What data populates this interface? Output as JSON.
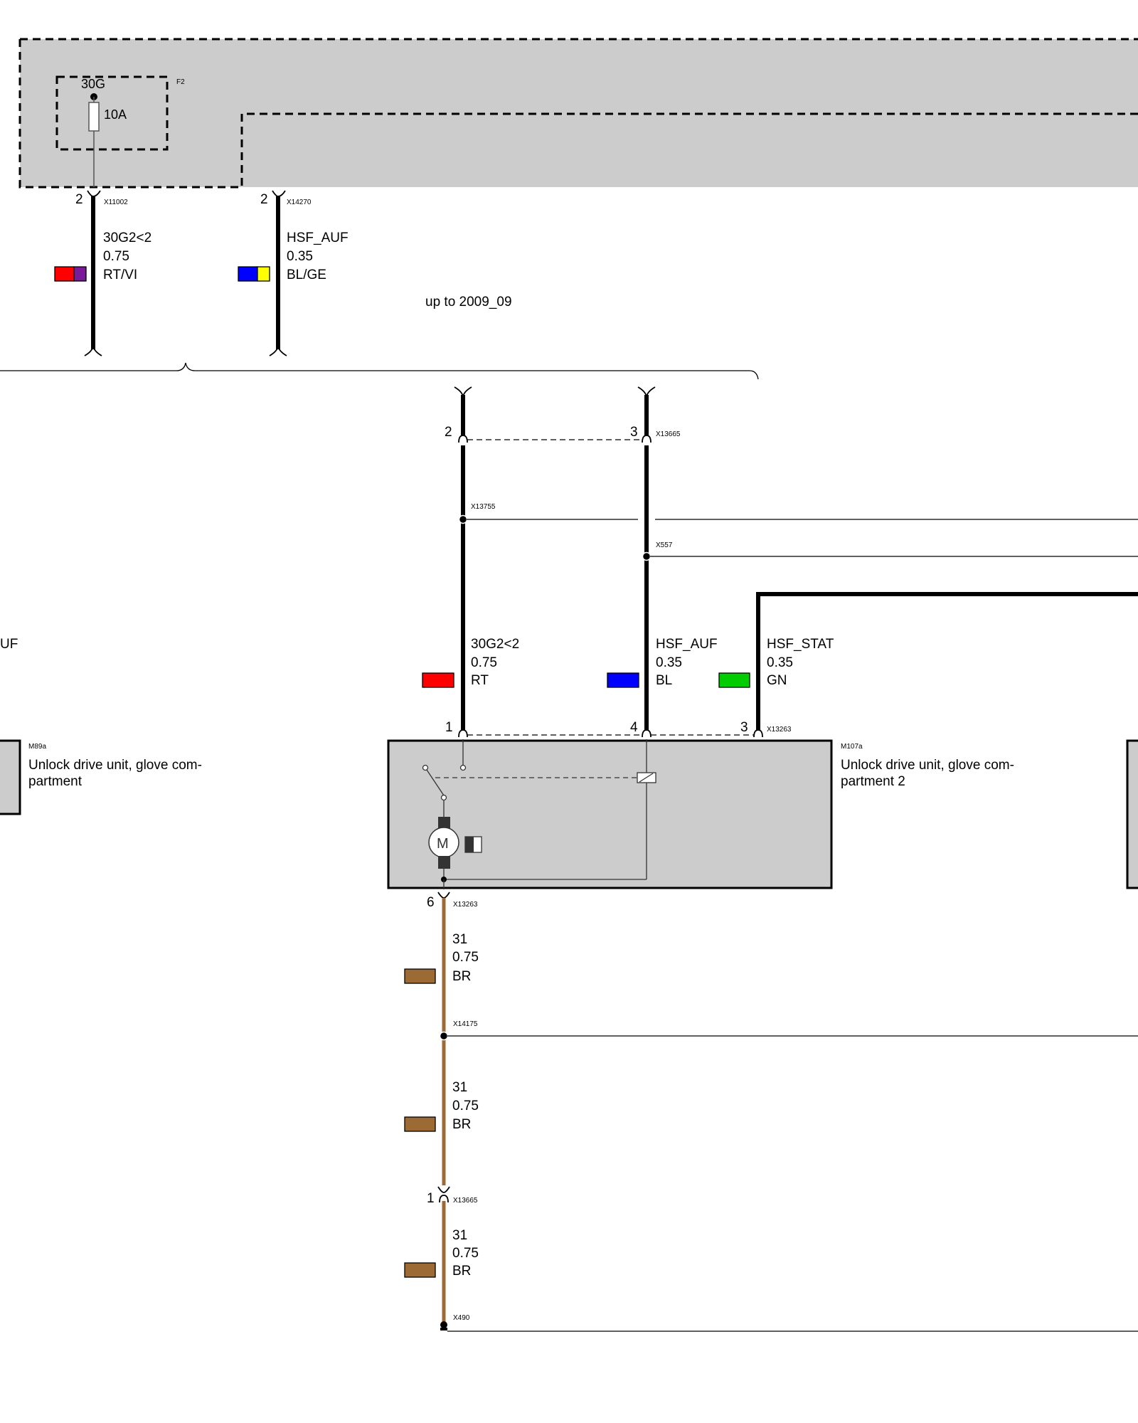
{
  "top_panel": {
    "fuse_terminal": "30G",
    "fuse_rating": "10A",
    "fuse_ref": "F2"
  },
  "upper_wires": [
    {
      "pin": "2",
      "connector": "X11002",
      "signal": "30G2<2",
      "gauge": "0.75",
      "color_code": "RT/VI",
      "colors": [
        "#ff0000",
        "#7a1a99"
      ]
    },
    {
      "pin": "2",
      "connector": "X14270",
      "signal": "HSF_AUF",
      "gauge": "0.35",
      "color_code": "BL/GE",
      "colors": [
        "#0000ff",
        "#ffff00"
      ]
    }
  ],
  "variant_note": "up to 2009_09",
  "upper_connectors": [
    {
      "pin": "2",
      "connector": ""
    },
    {
      "pin": "3",
      "connector": "X13665"
    }
  ],
  "splices": [
    {
      "name": "X13755"
    },
    {
      "name": "X557"
    },
    {
      "name": "X14175"
    },
    {
      "name": "X490"
    }
  ],
  "mid_wires": [
    {
      "signal": "30G2<2",
      "gauge": "0.75",
      "color_code": "RT",
      "colors": [
        "#ff0000"
      ]
    },
    {
      "signal": "HSF_AUF",
      "gauge": "0.35",
      "color_code": "BL",
      "colors": [
        "#0000ff"
      ]
    },
    {
      "signal": "HSF_STAT",
      "gauge": "0.35",
      "color_code": "GN",
      "colors": [
        "#00cc00"
      ]
    }
  ],
  "left_cut_text": "UF",
  "module_pins": [
    {
      "pin": "1"
    },
    {
      "pin": "4"
    },
    {
      "pin": "3",
      "connector": "X13263"
    }
  ],
  "components": {
    "left": {
      "ref": "M89a",
      "name_line1": "Unlock drive unit, glove com-",
      "name_line2": "partment"
    },
    "main": {
      "ref": "M107a",
      "name_line1": "Unlock drive unit, glove com-",
      "name_line2": "partment 2"
    }
  },
  "motor_symbol": "M",
  "ground_connectors": [
    {
      "pin": "6",
      "connector": "X13263"
    },
    {
      "pin": "1",
      "connector": "X13665"
    }
  ],
  "ground_wires": [
    {
      "signal": "31",
      "gauge": "0.75",
      "color_code": "BR",
      "colors": [
        "#9c6b35"
      ]
    },
    {
      "signal": "31",
      "gauge": "0.75",
      "color_code": "BR",
      "colors": [
        "#9c6b35"
      ]
    },
    {
      "signal": "31",
      "gauge": "0.75",
      "color_code": "BR",
      "colors": [
        "#9c6b35"
      ]
    }
  ]
}
